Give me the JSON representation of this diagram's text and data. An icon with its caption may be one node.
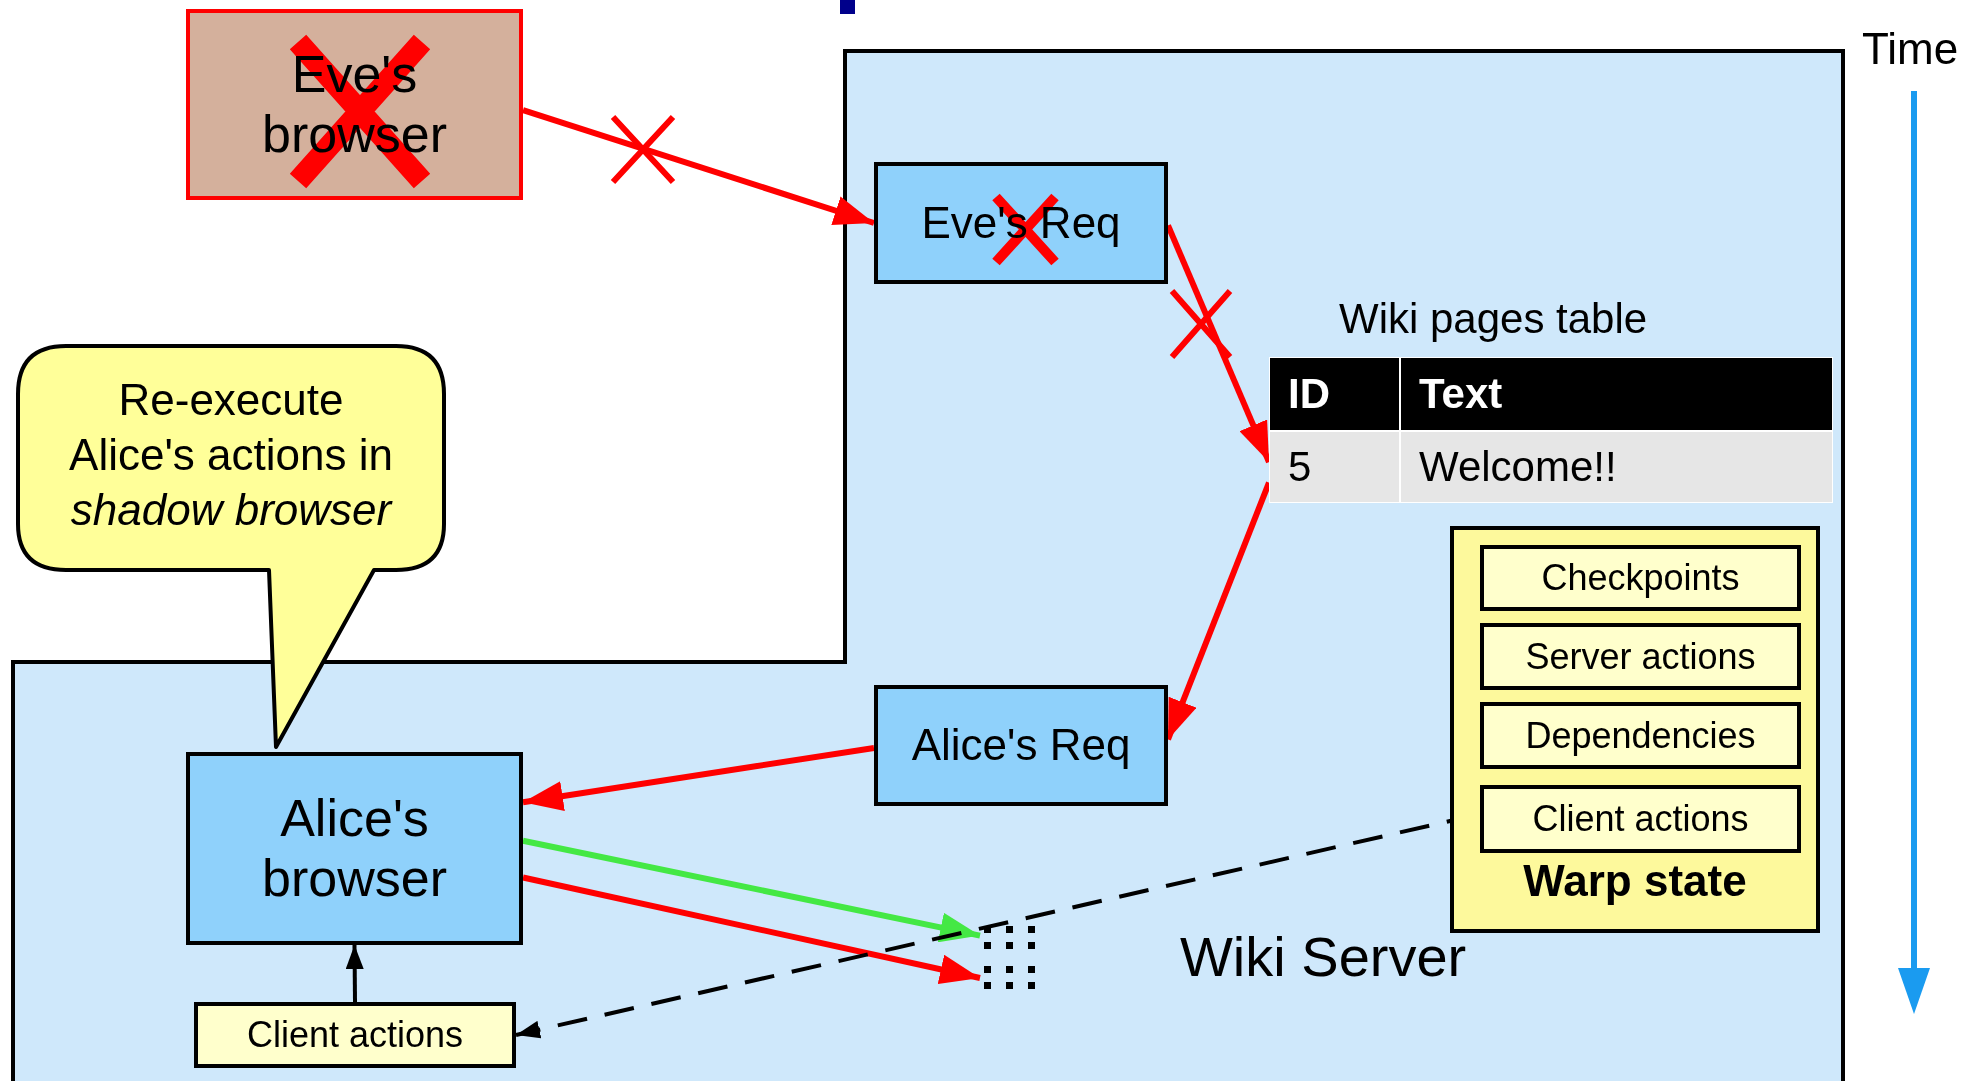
{
  "diagram": {
    "nodes": [
      {
        "text": [
          "Eve's browser"
        ]
      },
      {
        "text": [
          "Wiki Server"
        ]
      },
      {
        "text": [
          "Eve's Req"
        ],
        "in": 1
      },
      {
        "text": [
          "Wiki pages table",
          "ID",
          "Text",
          "5",
          "Welcome!!"
        ],
        "in": 1
      },
      {
        "text": [
          "Re-execute Alice's actions in *shadow browser*"
        ]
      },
      {
        "text": [
          "Warp state"
        ],
        "in": 1
      },
      {
        "text": [
          "Checkpoints"
        ],
        "in": 5
      },
      {
        "text": [
          "Server actions"
        ],
        "in": 5
      },
      {
        "text": [
          "Dependencies"
        ],
        "in": 5
      },
      {
        "text": [
          "Client actions"
        ],
        "in": 5
      },
      {
        "text": [
          "Alice's Req"
        ],
        "in": 1
      },
      {
        "text": [
          "Alice's browser"
        ],
        "in": 1
      },
      {
        "text": [],
        "shape": "dots",
        "in": 1
      },
      {
        "text": [],
        "shape": "dots",
        "in": 1
      },
      {
        "text": [
          "Client actions"
        ],
        "in": 1
      }
    ],
    "edges": [
      {
        "from": 0,
        "to": 2,
        "arrow": "to"
      },
      {
        "from": 2,
        "to": 3,
        "arrow": "to"
      },
      {
        "from": 3,
        "to": 10,
        "arrow": "to"
      },
      {
        "from": 10,
        "to": 11,
        "arrow": "to"
      },
      {
        "from": 11,
        "to": 12,
        "arrow": "to",
        "color": "#44e844"
      },
      {
        "from": 11,
        "to": 13,
        "arrow": "to"
      },
      {
        "from": 9,
        "to": 14,
        "arrow": "to",
        "style": "dashed",
        "color": "#000000"
      },
      {
        "from": 14,
        "to": 11,
        "arrow": "to",
        "color": "#000000"
      }
    ],
    "labels": [
      "Time"
    ]
  }
}
